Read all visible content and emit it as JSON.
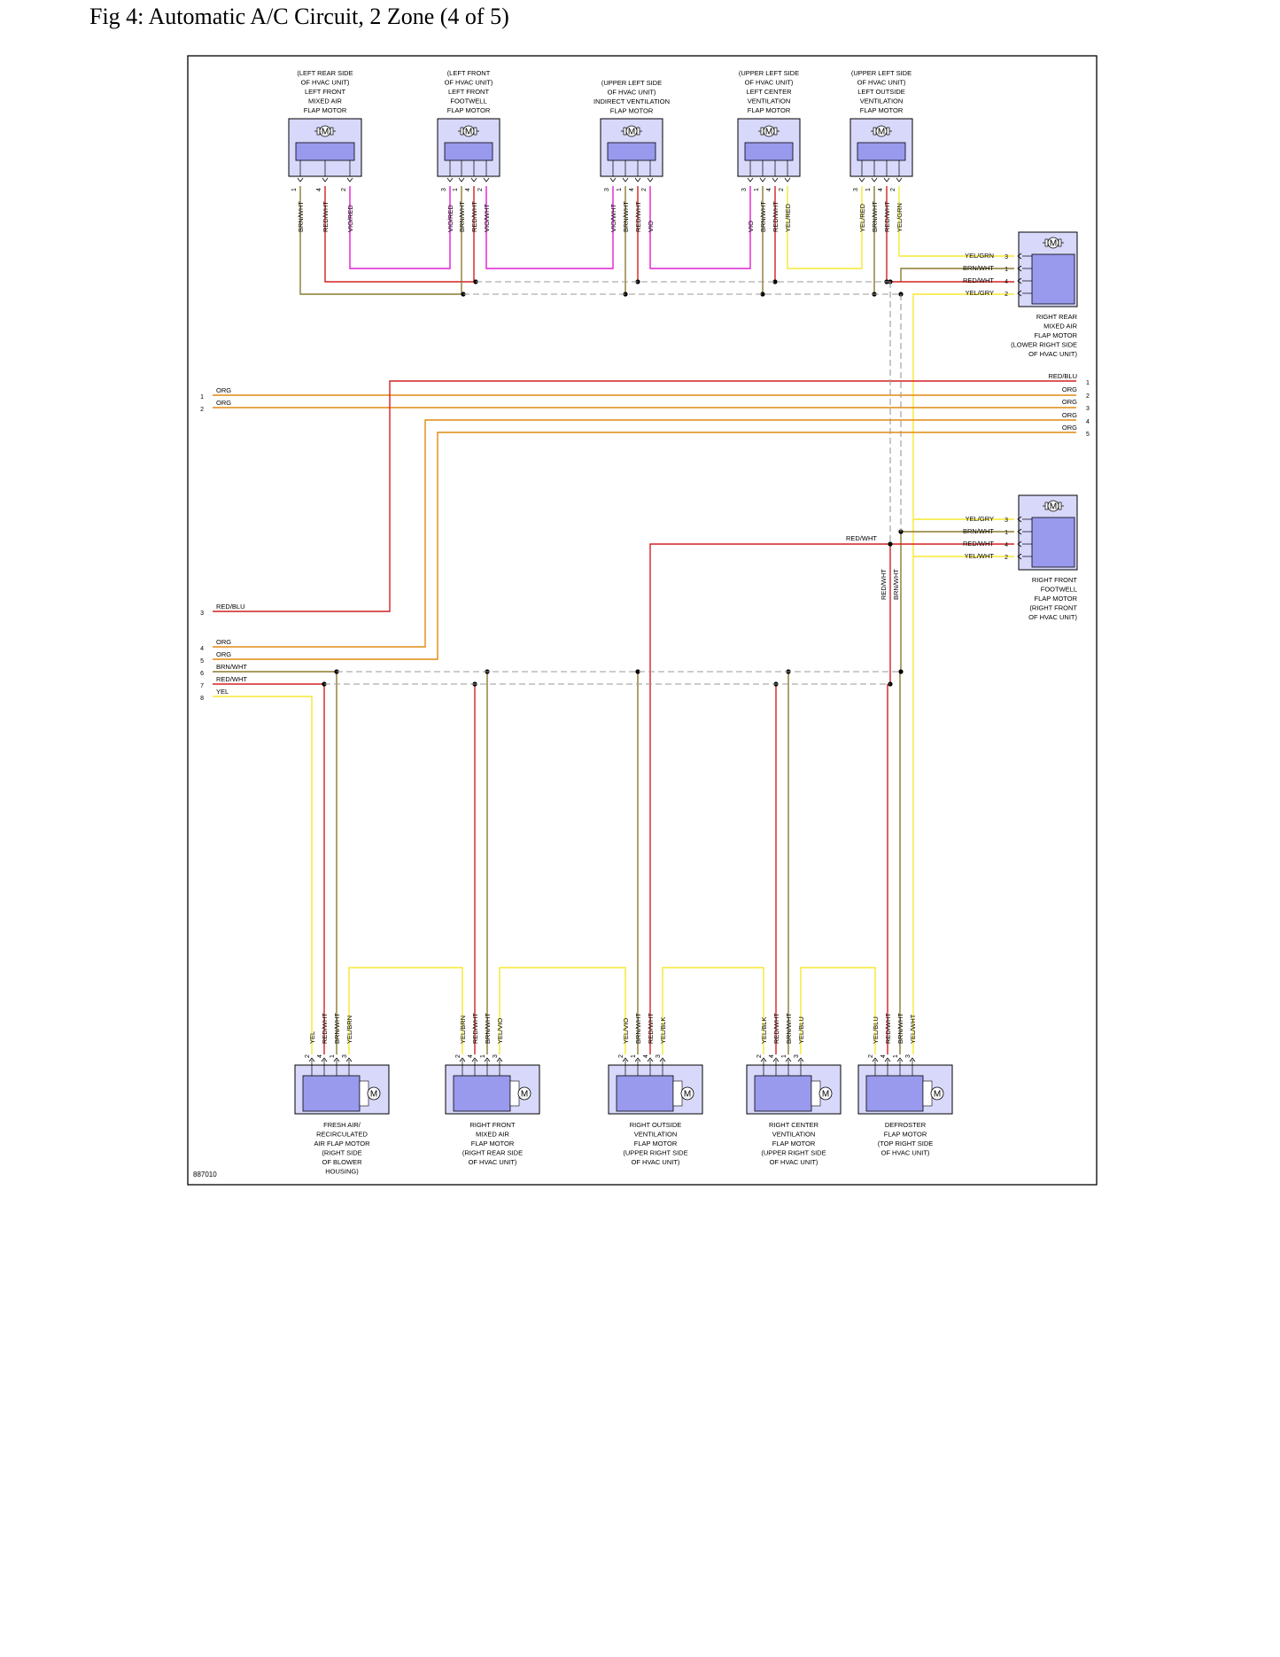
{
  "page": {
    "title": "Fig 4: Automatic A/C Circuit, 2 Zone (4 of 5)"
  },
  "figure_id": "887010",
  "colors": {
    "BRN": "#8a7a2e",
    "RED": "#d42020",
    "VIO": "#e020d0",
    "YEL": "#f5e830",
    "GRN": "#62b020",
    "BLU": "#202070",
    "BLK": "#333333",
    "ORG": "#e08a10",
    "frame": "#000000",
    "motor_fill": "#9999ee",
    "motor_bg": "#d8d8fa"
  },
  "top_motors": [
    {
      "label": [
        "(LEFT REAR SIDE",
        "OF HVAC UNIT)",
        "LEFT FRONT",
        "MIXED AIR",
        "FLAP MOTOR"
      ],
      "pins": [
        {
          "pin": "1",
          "wire": "BRN/WHT"
        },
        {
          "pin": "4",
          "wire": "RED/WHT"
        },
        {
          "pin": "2",
          "wire": "VIO/RED"
        }
      ]
    },
    {
      "label": [
        "(LEFT FRONT",
        "OF HVAC UNIT)",
        "LEFT FRONT",
        "FOOTWELL",
        "FLAP MOTOR"
      ],
      "pins": [
        {
          "pin": "3",
          "wire": "VIO/RED"
        },
        {
          "pin": "1",
          "wire": "BRN/WHT"
        },
        {
          "pin": "4",
          "wire": "RED/WHT"
        },
        {
          "pin": "2",
          "wire": "VIO/WHT"
        }
      ]
    },
    {
      "label": [
        "(UPPER LEFT SIDE",
        "OF HVAC UNIT)",
        "INDIRECT VENTILATION",
        "FLAP MOTOR"
      ],
      "pins": [
        {
          "pin": "3",
          "wire": "VIO/WHT"
        },
        {
          "pin": "1",
          "wire": "BRN/WHT"
        },
        {
          "pin": "4",
          "wire": "RED/WHT"
        },
        {
          "pin": "2",
          "wire": "VIO"
        }
      ]
    },
    {
      "label": [
        "(UPPER LEFT SIDE",
        "OF HVAC UNIT)",
        "LEFT CENTER",
        "VENTILATION",
        "FLAP MOTOR"
      ],
      "pins": [
        {
          "pin": "3",
          "wire": "VIO"
        },
        {
          "pin": "1",
          "wire": "BRN/WHT"
        },
        {
          "pin": "4",
          "wire": "RED/WHT"
        },
        {
          "pin": "2",
          "wire": "YEL/RED"
        }
      ]
    },
    {
      "label": [
        "(UPPER LEFT SIDE",
        "OF HVAC UNIT)",
        "LEFT OUTSIDE",
        "VENTILATION",
        "FLAP MOTOR"
      ],
      "pins": [
        {
          "pin": "3",
          "wire": "YEL/RED"
        },
        {
          "pin": "1",
          "wire": "BRN/WHT"
        },
        {
          "pin": "4",
          "wire": "RED/WHT"
        },
        {
          "pin": "2",
          "wire": "YEL/GRN"
        }
      ]
    }
  ],
  "right_motors": [
    {
      "label": [
        "RIGHT REAR",
        "MIXED AIR",
        "FLAP MOTOR",
        "(LOWER RIGHT SIDE",
        "OF HVAC UNIT)"
      ],
      "pins": [
        {
          "pin": "3",
          "wire": "YEL/GRN"
        },
        {
          "pin": "1",
          "wire": "BRN/WHT"
        },
        {
          "pin": "4",
          "wire": "RED/WHT"
        },
        {
          "pin": "2",
          "wire": "YEL/GRY"
        }
      ]
    },
    {
      "label": [
        "RIGHT FRONT",
        "FOOTWELL",
        "FLAP MOTOR",
        "(RIGHT FRONT",
        "OF HVAC UNIT)"
      ],
      "pins": [
        {
          "pin": "3",
          "wire": "YEL/GRY"
        },
        {
          "pin": "1",
          "wire": "BRN/WHT"
        },
        {
          "pin": "4",
          "wire": "RED/WHT"
        },
        {
          "pin": "2",
          "wire": "YEL/WHT"
        }
      ]
    }
  ],
  "bottom_motors": [
    {
      "label": [
        "FRESH AIR/",
        "RECIRCULATED",
        "AIR FLAP MOTOR",
        "(RIGHT SIDE",
        "OF BLOWER",
        "HOUSING)"
      ],
      "pins": [
        {
          "pin": "2",
          "wire": "YEL"
        },
        {
          "pin": "4",
          "wire": "RED/WHT"
        },
        {
          "pin": "1",
          "wire": "BRN/WHT"
        },
        {
          "pin": "3",
          "wire": "YEL/BRN"
        }
      ]
    },
    {
      "label": [
        "RIGHT FRONT",
        "MIXED AIR",
        "FLAP MOTOR",
        "(RIGHT REAR SIDE",
        "OF HVAC UNIT)"
      ],
      "pins": [
        {
          "pin": "2",
          "wire": "YEL/BRN"
        },
        {
          "pin": "4",
          "wire": "RED/WHT"
        },
        {
          "pin": "1",
          "wire": "BRN/WHT"
        },
        {
          "pin": "3",
          "wire": "YEL/VIO"
        }
      ]
    },
    {
      "label": [
        "RIGHT OUTSIDE",
        "VENTILATION",
        "FLAP MOTOR",
        "(UPPER RIGHT SIDE",
        "OF HVAC UNIT)"
      ],
      "pins": [
        {
          "pin": "2",
          "wire": "YEL/VIO"
        },
        {
          "pin": "1",
          "wire": "BRN/WHT"
        },
        {
          "pin": "4",
          "wire": "RED/WHT"
        },
        {
          "pin": "3",
          "wire": "YEL/BLK"
        }
      ]
    },
    {
      "label": [
        "RIGHT CENTER",
        "VENTILATION",
        "FLAP MOTOR",
        "(UPPER RIGHT SIDE",
        "OF HVAC UNIT)"
      ],
      "pins": [
        {
          "pin": "2",
          "wire": "YEL/BLK"
        },
        {
          "pin": "4",
          "wire": "RED/WHT"
        },
        {
          "pin": "1",
          "wire": "BRN/WHT"
        },
        {
          "pin": "3",
          "wire": "YEL/BLU"
        }
      ]
    },
    {
      "label": [
        "DEFROSTER",
        "FLAP MOTOR",
        "(TOP RIGHT SIDE",
        "OF HVAC UNIT)"
      ],
      "pins": [
        {
          "pin": "2",
          "wire": "YEL/BLU"
        },
        {
          "pin": "4",
          "wire": "RED/WHT"
        },
        {
          "pin": "1",
          "wire": "BRN/WHT"
        },
        {
          "pin": "3",
          "wire": "YEL/WHT"
        }
      ]
    }
  ],
  "left_connector": [
    {
      "pin": "1",
      "wire": "ORG"
    },
    {
      "pin": "2",
      "wire": "ORG"
    },
    {
      "pin": "3",
      "wire": "RED/BLU"
    },
    {
      "pin": "4",
      "wire": "ORG"
    },
    {
      "pin": "5",
      "wire": "ORG"
    },
    {
      "pin": "6",
      "wire": "BRN/WHT"
    },
    {
      "pin": "7",
      "wire": "RED/WHT"
    },
    {
      "pin": "8",
      "wire": "YEL"
    }
  ],
  "right_connector": [
    {
      "pin": "1",
      "wire": "RED/BLU"
    },
    {
      "pin": "2",
      "wire": "ORG"
    },
    {
      "pin": "3",
      "wire": "ORG"
    },
    {
      "pin": "4",
      "wire": "ORG"
    },
    {
      "pin": "5",
      "wire": "ORG"
    }
  ],
  "splice_labels": [
    {
      "text": "RED/WHT"
    },
    {
      "text": "RED/WHT"
    },
    {
      "text": "BRN/WHT"
    }
  ],
  "motor_symbol": "M"
}
